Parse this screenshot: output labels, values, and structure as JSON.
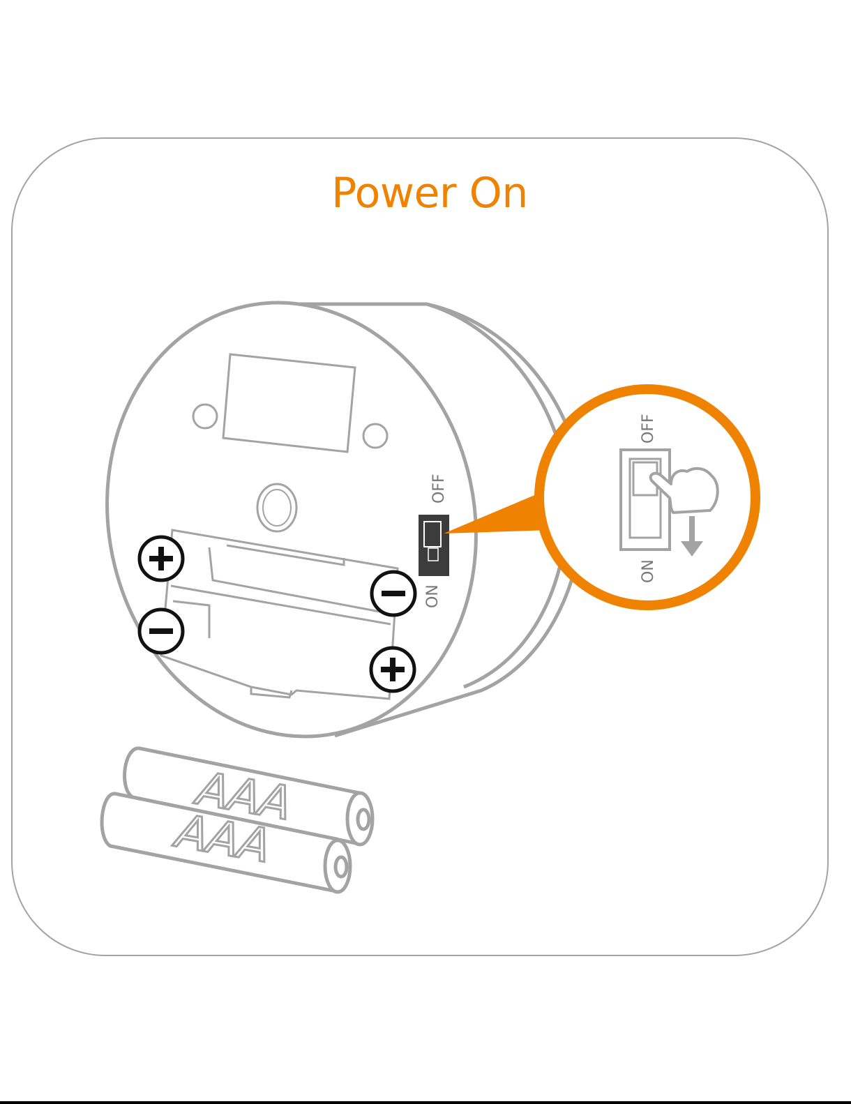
{
  "title": "Power On",
  "switch_labels": {
    "off": "OFF",
    "on": "ON"
  },
  "zoom_labels": {
    "off": "OFF",
    "on": "ON"
  },
  "battery_labels": [
    "AAA",
    "AAA"
  ],
  "polarity": {
    "plus": "+",
    "minus": "−"
  },
  "colors": {
    "accent": "#ef8200",
    "outline": "#a3a3a3",
    "ink": "#111111"
  }
}
